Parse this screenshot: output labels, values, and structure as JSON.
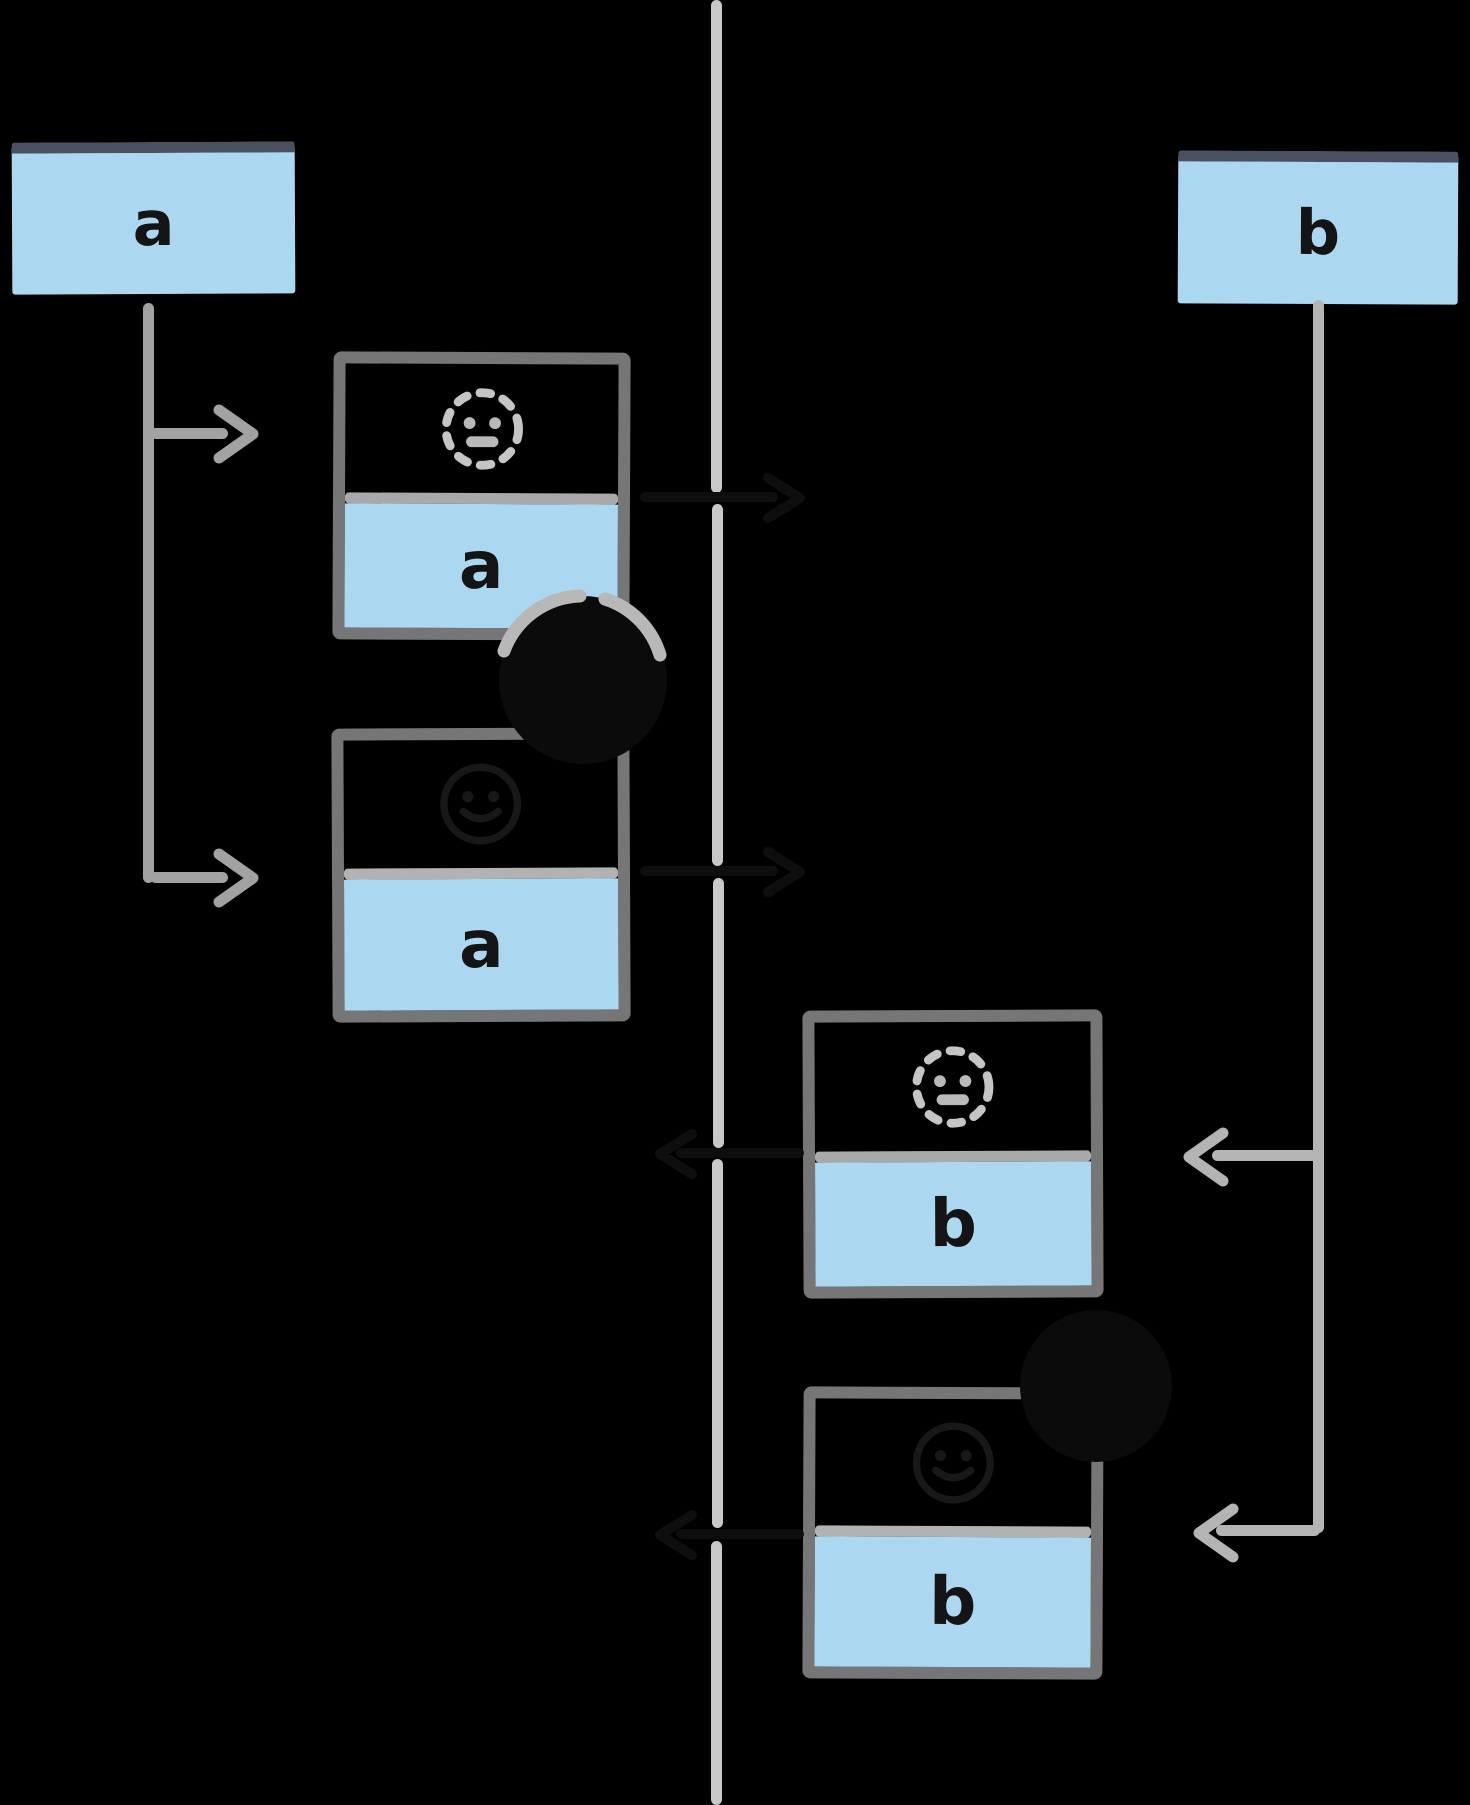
{
  "diagram": {
    "kind": "replication-log-sketch",
    "background": "#000000"
  },
  "producer_a": {
    "label": "a"
  },
  "producer_b": {
    "label": "b"
  },
  "events": [
    {
      "id": "left-1",
      "value": "a",
      "icon": "pending-dashed-face-icon",
      "decoration": "none"
    },
    {
      "id": "left-2",
      "value": "a",
      "icon": "dark-face-icon",
      "decoration": "burst-pop-with-arc"
    },
    {
      "id": "right-1",
      "value": "b",
      "icon": "pending-dashed-face-icon",
      "decoration": "none"
    },
    {
      "id": "right-2",
      "value": "b",
      "icon": "dark-face-icon",
      "decoration": "burst-pop"
    }
  ],
  "icons": {
    "pending": "dashed-circle-neutral-face",
    "acked": "dark-hidden-face",
    "burst": "pop-burst-circle",
    "arrow": "chevron-arrowhead"
  },
  "colors": {
    "background": "#000000",
    "box_fill_blue": "#abd8f0",
    "producer_header_bar": "#4a5060",
    "event_border": "#767676",
    "event_divider": "#a9a9a9",
    "timeline_gray": "#c8c8c8",
    "connector_left": "#a2a2a2",
    "connector_right": "#b4b4b4",
    "dashed_face_gray": "#c5c5c5",
    "dark_face": "#181818",
    "letter_ink": "#141414"
  }
}
